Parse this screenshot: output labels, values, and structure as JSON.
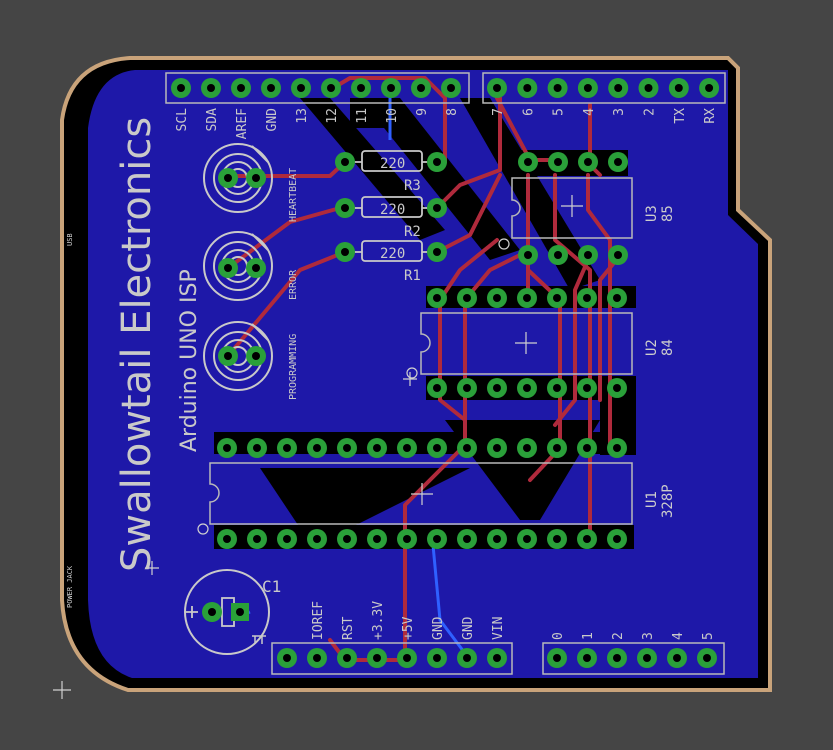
{
  "board": {
    "brand": "Swallowtail Electronics",
    "product": "Arduino UNO ISP",
    "edge_labels": {
      "usb": "USB",
      "power_jack": "POWER JACK"
    }
  },
  "headers": {
    "digital_left": [
      "SCL",
      "SDA",
      "AREF",
      "GND",
      "13",
      "12",
      "11",
      "10",
      "9",
      "8"
    ],
    "digital_right": [
      "7",
      "6",
      "5",
      "4",
      "3",
      "2",
      "TX",
      "RX"
    ],
    "power": [
      "IOREF",
      "RST",
      "+3.3V",
      "+5V",
      "GND",
      "GND",
      "VIN"
    ],
    "analog": [
      "0",
      "1",
      "2",
      "3",
      "4",
      "5"
    ]
  },
  "leds": [
    {
      "label": "HEARTBEAT"
    },
    {
      "label": "ERROR"
    },
    {
      "label": "PROGRAMMING"
    }
  ],
  "resistors": [
    {
      "ref": "R3",
      "value": "220"
    },
    {
      "ref": "R2",
      "value": "220"
    },
    {
      "ref": "R1",
      "value": "220"
    }
  ],
  "chips": [
    {
      "ref": "U3",
      "part": "85"
    },
    {
      "ref": "U2",
      "part": "84"
    },
    {
      "ref": "U1",
      "part": "328P"
    }
  ],
  "capacitor": {
    "ref": "C1"
  },
  "colors": {
    "background": "#454545",
    "copper_fill": "#1e18a8",
    "outline": "#c9a37a",
    "pad": "#2aa039",
    "trace_top": "#b02a3c",
    "silkscreen": "#c9c9c9"
  }
}
